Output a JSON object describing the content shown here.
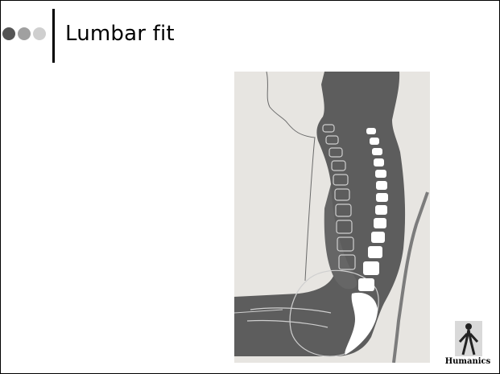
{
  "slide": {
    "title": "Lumbar fit",
    "bullet_colors": [
      "#555555",
      "#a0a0a0",
      "#cfcfcf"
    ]
  },
  "figure": {
    "subject": "seated figure silhouette with spine and lumbar backrest"
  },
  "logo": {
    "text": "Humanics",
    "icon": "human-body-icon"
  }
}
